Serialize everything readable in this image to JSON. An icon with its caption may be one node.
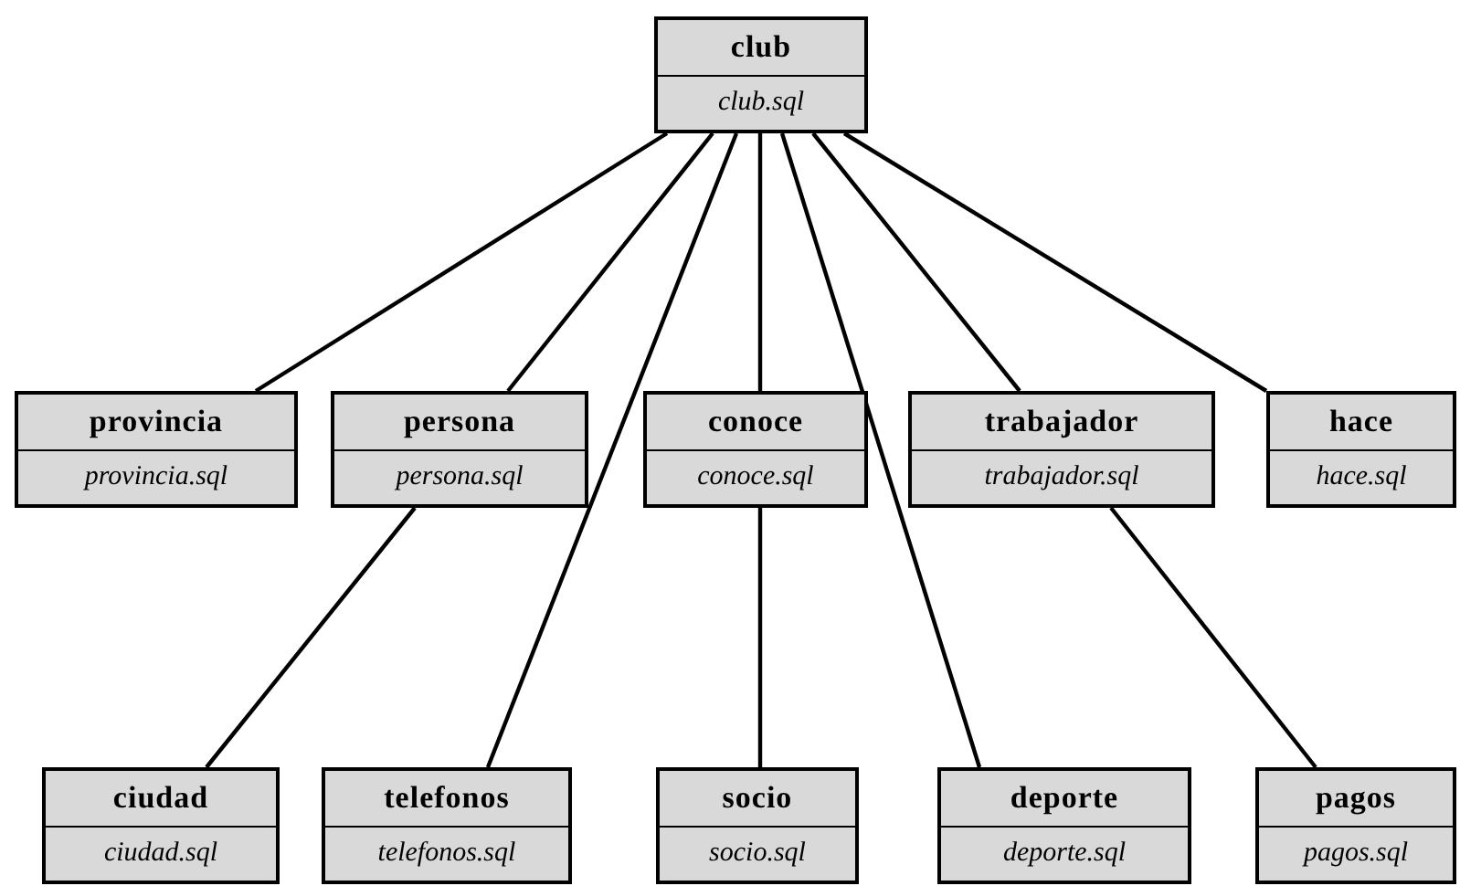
{
  "diagram": {
    "nodes": [
      {
        "text": [
          "club",
          "club.sql"
        ]
      },
      {
        "text": [
          "provincia",
          "provincia.sql"
        ]
      },
      {
        "text": [
          "persona",
          "persona.sql"
        ]
      },
      {
        "text": [
          "conoce",
          "conoce.sql"
        ]
      },
      {
        "text": [
          "trabajador",
          "trabajador.sql"
        ]
      },
      {
        "text": [
          "hace",
          "hace.sql"
        ]
      },
      {
        "text": [
          "ciudad",
          "ciudad.sql"
        ]
      },
      {
        "text": [
          "telefonos",
          "telefonos.sql"
        ]
      },
      {
        "text": [
          "socio",
          "socio.sql"
        ]
      },
      {
        "text": [
          "deporte",
          "deporte.sql"
        ]
      },
      {
        "text": [
          "pagos",
          "pagos.sql"
        ]
      }
    ],
    "edges": [
      {
        "from": 0,
        "to": 1,
        "arrow": "none"
      },
      {
        "from": 0,
        "to": 2,
        "arrow": "none"
      },
      {
        "from": 0,
        "to": 7,
        "arrow": "none"
      },
      {
        "from": 0,
        "to": 3,
        "arrow": "none"
      },
      {
        "from": 0,
        "to": 9,
        "arrow": "none"
      },
      {
        "from": 0,
        "to": 4,
        "arrow": "none"
      },
      {
        "from": 0,
        "to": 5,
        "arrow": "none"
      },
      {
        "from": 2,
        "to": 6,
        "arrow": "none"
      },
      {
        "from": 3,
        "to": 8,
        "arrow": "none"
      },
      {
        "from": 4,
        "to": 10,
        "arrow": "none"
      }
    ]
  }
}
